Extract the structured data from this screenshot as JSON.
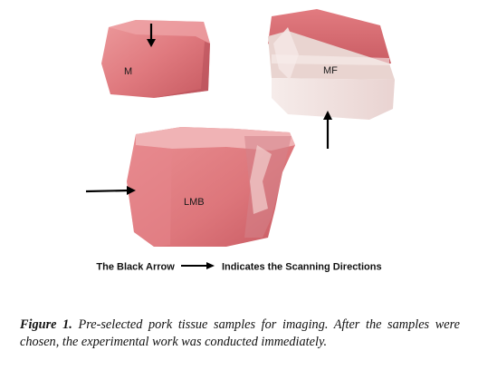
{
  "samples": {
    "m_label": "M",
    "mf_label": "MF",
    "lmb_label": "LMB"
  },
  "legend": {
    "left_text": "The Black Arrow",
    "right_text": "Indicates the Scanning Directions"
  },
  "caption": {
    "lead": "Figure 1.",
    "text": "Pre-selected pork tissue samples for imaging. After the samples were chosen, the experimental work was conducted immediately."
  },
  "colors": {
    "meat_light": "#e88c8f",
    "meat_mid": "#d9676d",
    "meat_dark": "#c24e57",
    "fat": "#f3e8e5",
    "arrow": "#000000"
  },
  "icons": [
    "arrow-down-icon",
    "arrow-up-icon",
    "arrow-right-icon"
  ]
}
